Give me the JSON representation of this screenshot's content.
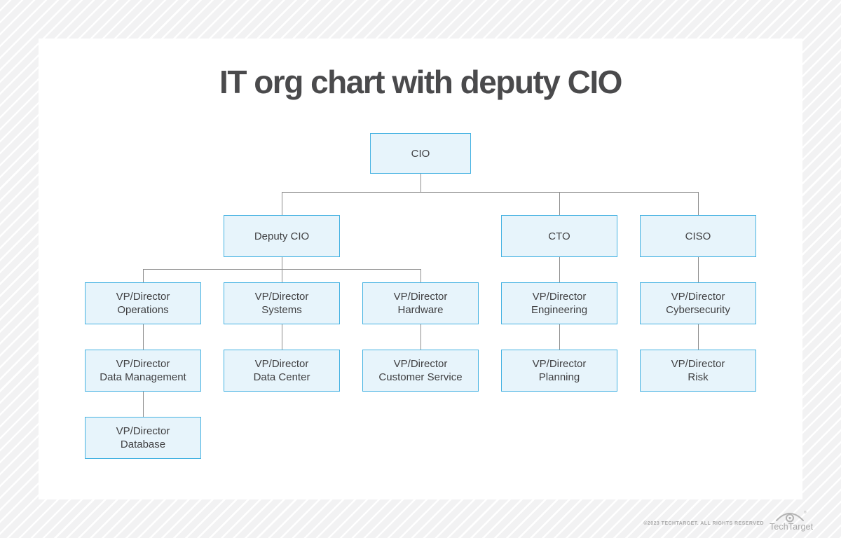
{
  "title": "IT org chart with deputy CIO",
  "nodes": {
    "cio": {
      "label": "CIO",
      "line1": "CIO"
    },
    "deputy_cio": {
      "label": "Deputy CIO",
      "line1": "Deputy CIO"
    },
    "cto": {
      "label": "CTO",
      "line1": "CTO"
    },
    "ciso": {
      "label": "CISO",
      "line1": "CISO"
    },
    "vp_operations": {
      "label": "VP/Director Operations",
      "line1": "VP/Director",
      "line2": "Operations"
    },
    "vp_systems": {
      "label": "VP/Director Systems",
      "line1": "VP/Director",
      "line2": "Systems"
    },
    "vp_hardware": {
      "label": "VP/Director Hardware",
      "line1": "VP/Director",
      "line2": "Hardware"
    },
    "vp_engineering": {
      "label": "VP/Director Engineering",
      "line1": "VP/Director",
      "line2": "Engineering"
    },
    "vp_cybersecurity": {
      "label": "VP/Director Cybersecurity",
      "line1": "VP/Director",
      "line2": "Cybersecurity"
    },
    "vp_data_management": {
      "label": "VP/Director Data Management",
      "line1": "VP/Director",
      "line2": "Data Management"
    },
    "vp_data_center": {
      "label": "VP/Director Data Center",
      "line1": "VP/Director",
      "line2": "Data Center"
    },
    "vp_customer_service": {
      "label": "VP/Director Customer Service",
      "line1": "VP/Director",
      "line2": "Customer Service"
    },
    "vp_planning": {
      "label": "VP/Director Planning",
      "line1": "VP/Director",
      "line2": "Planning"
    },
    "vp_risk": {
      "label": "VP/Director Risk",
      "line1": "VP/Director",
      "line2": "Risk"
    },
    "vp_database": {
      "label": "VP/Director Database",
      "line1": "VP/Director",
      "line2": "Database"
    }
  },
  "hierarchy": {
    "cio": [
      "deputy_cio",
      "cto",
      "ciso"
    ],
    "deputy_cio": [
      "vp_operations",
      "vp_systems",
      "vp_hardware"
    ],
    "cto": [
      "vp_engineering"
    ],
    "ciso": [
      "vp_cybersecurity"
    ],
    "vp_operations": [
      "vp_data_management"
    ],
    "vp_data_management": [
      "vp_database"
    ],
    "vp_systems": [
      "vp_data_center"
    ],
    "vp_hardware": [
      "vp_customer_service"
    ],
    "vp_engineering": [
      "vp_planning"
    ],
    "vp_cybersecurity": [
      "vp_risk"
    ]
  },
  "footer": {
    "copyright": "©2023 TECHTARGET. ALL RIGHTS RESERVED",
    "brand": "TechTarget",
    "registered": "®"
  },
  "colors": {
    "node_fill": "#e7f4fb",
    "node_border": "#45b2e2",
    "connector": "#8c8c8c",
    "title_text": "#4a4a4c",
    "card": "#ffffff",
    "stripe_base": "#f2f2f3",
    "stripe_line": "#ffffff",
    "footer_text": "#a9a9a9"
  }
}
